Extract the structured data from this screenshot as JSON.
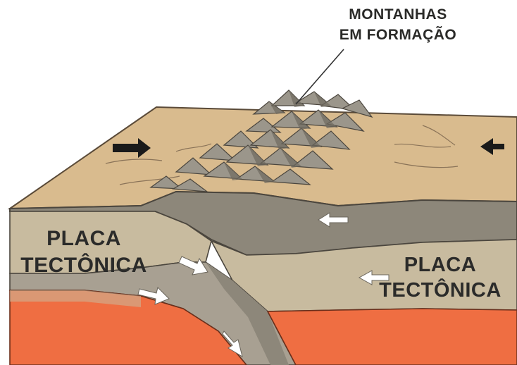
{
  "callout": {
    "line1": "MONTANHAS",
    "line2": "EM FORMAÇÃO"
  },
  "plate_left": {
    "line1": "PLACA",
    "line2": "TECTÔNICA"
  },
  "plate_right": {
    "line1": "PLACA",
    "line2": "TECTÔNICA"
  },
  "colors": {
    "surface": "#d9bb8e",
    "upper_dark_layer": "#8d877a",
    "light_layer": "#c8bb9f",
    "subducting_plate": "#a8a092",
    "mantle": "#ef6e42",
    "mountains": "#9b968b",
    "arrows_surface": "#1a1a1a",
    "arrows_internal": "#ffffff"
  },
  "icons": {
    "surface_arrow_left": "arrow-right-icon",
    "surface_arrow_right": "arrow-left-icon",
    "internal_arrows": "arrow-icon"
  }
}
